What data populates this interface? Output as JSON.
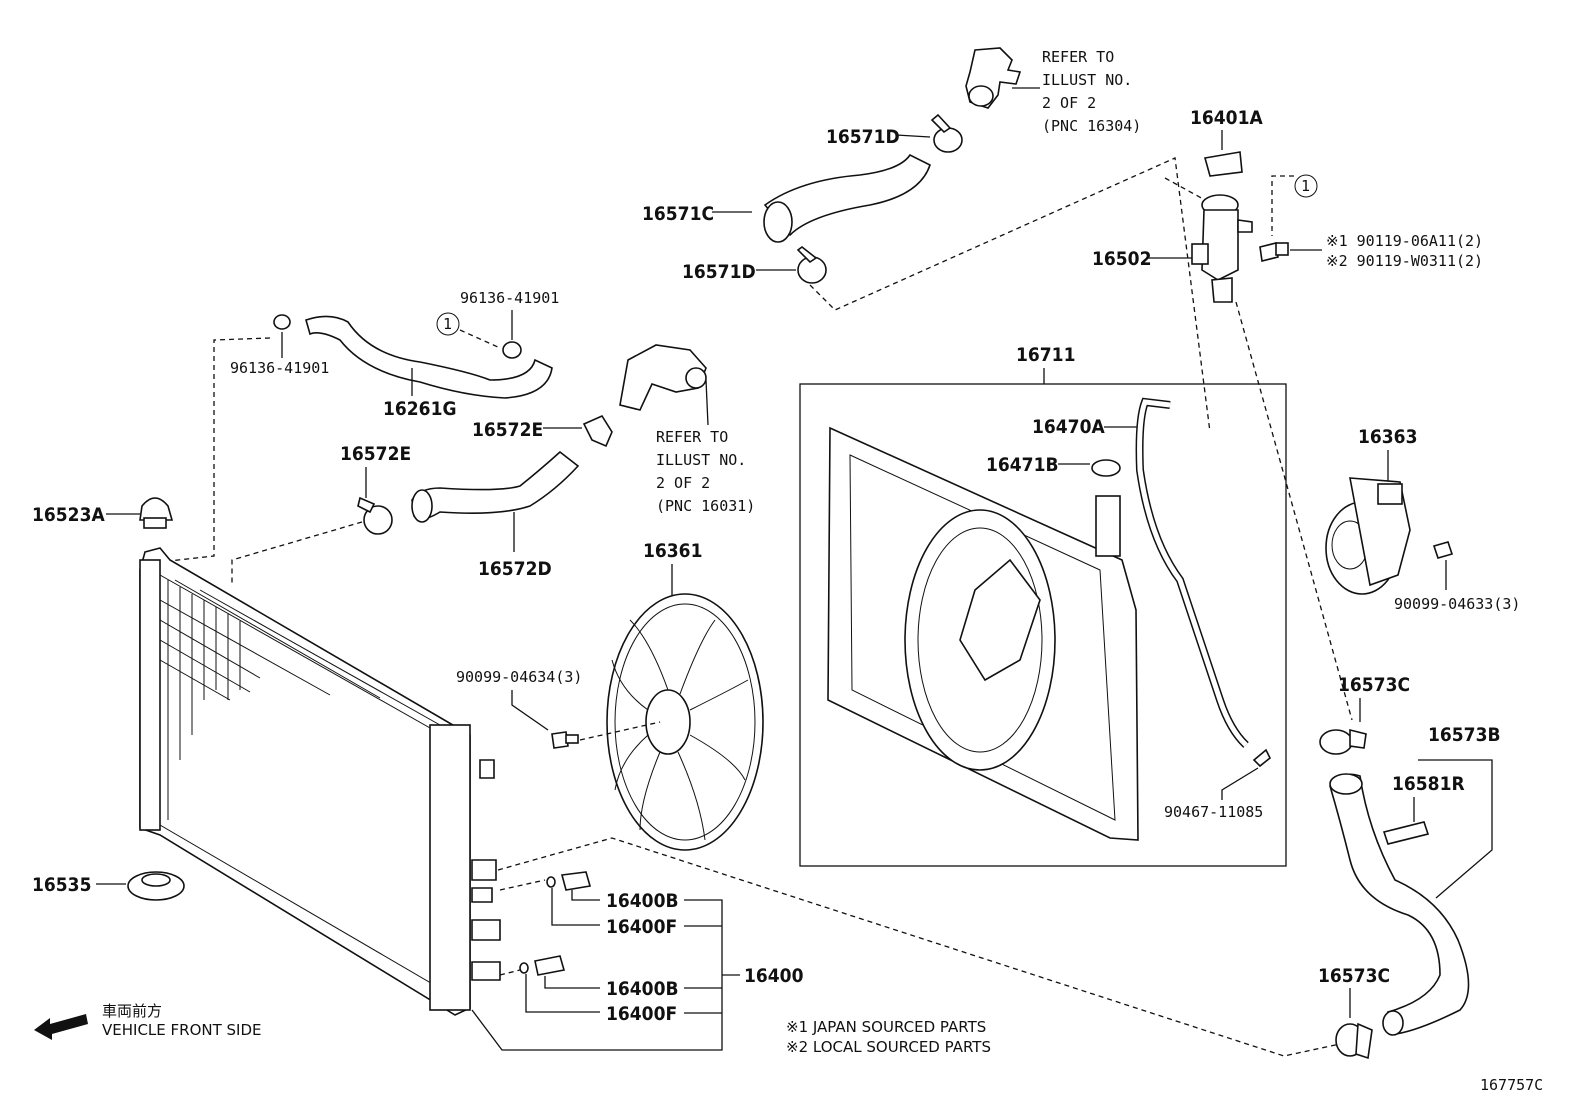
{
  "diagram_id": "167757C",
  "parts": {
    "p16571D_top": "16571D",
    "p16571C": "16571C",
    "p16571D_bot": "16571D",
    "p16401A": "16401A",
    "p16502": "16502",
    "p96136_top": "96136-41901",
    "p96136_left": "96136-41901",
    "p16261G": "16261G",
    "p16572E_top": "16572E",
    "p16572E_left": "16572E",
    "p16572D": "16572D",
    "p16523A": "16523A",
    "p16361": "16361",
    "p90099_04634": "90099-04634(3)",
    "p16711": "16711",
    "p16470A": "16470A",
    "p16471B": "16471B",
    "p16363": "16363",
    "p90099_04633": "90099-04633(3)",
    "p16573C_top": "16573C",
    "p16573B": "16573B",
    "p16581R": "16581R",
    "p90467": "90467-11085",
    "p16535": "16535",
    "p16400B_1": "16400B",
    "p16400F_1": "16400F",
    "p16400B_2": "16400B",
    "p16400F_2": "16400F",
    "p16400": "16400",
    "p16573C_bot": "16573C"
  },
  "bolt_options": {
    "japan": "※1 90119-06A11(2)",
    "local": "※2 90119-W0311(2)"
  },
  "refer_top": [
    "REFER TO",
    "ILLUST NO.",
    "2 OF 2",
    "(PNC 16304)"
  ],
  "refer_mid": [
    "REFER TO",
    "ILLUST NO.",
    "2 OF 2",
    "(PNC 16031)"
  ],
  "callout_marker": "1",
  "legend": {
    "japan": "※1  JAPAN SOURCED PARTS",
    "local": "※2  LOCAL SOURCED PARTS"
  },
  "vehicle_front": {
    "jp": "車両前方",
    "en": "VEHICLE FRONT SIDE"
  }
}
